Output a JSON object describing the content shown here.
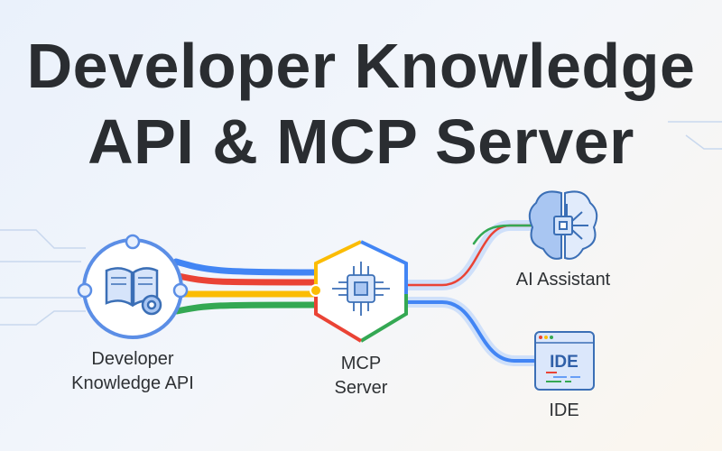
{
  "title": {
    "line1": "Developer Knowledge",
    "line2": "API & MCP Server"
  },
  "nodes": {
    "api": {
      "line1": "Developer",
      "line2": "Knowledge API",
      "icon": "book-gear-icon"
    },
    "mcp": {
      "line1": "MCP",
      "line2": "Server",
      "icon": "chip-icon"
    },
    "assistant": {
      "label": "AI Assistant",
      "icon": "brain-chip-icon"
    },
    "ide": {
      "label": "IDE",
      "icon_text": "IDE",
      "icon": "ide-window-icon"
    }
  },
  "colors": {
    "blue": "#4285f4",
    "red": "#ea4335",
    "yellow": "#fbbc04",
    "green": "#34a853",
    "icon": "#3b6fb6"
  }
}
